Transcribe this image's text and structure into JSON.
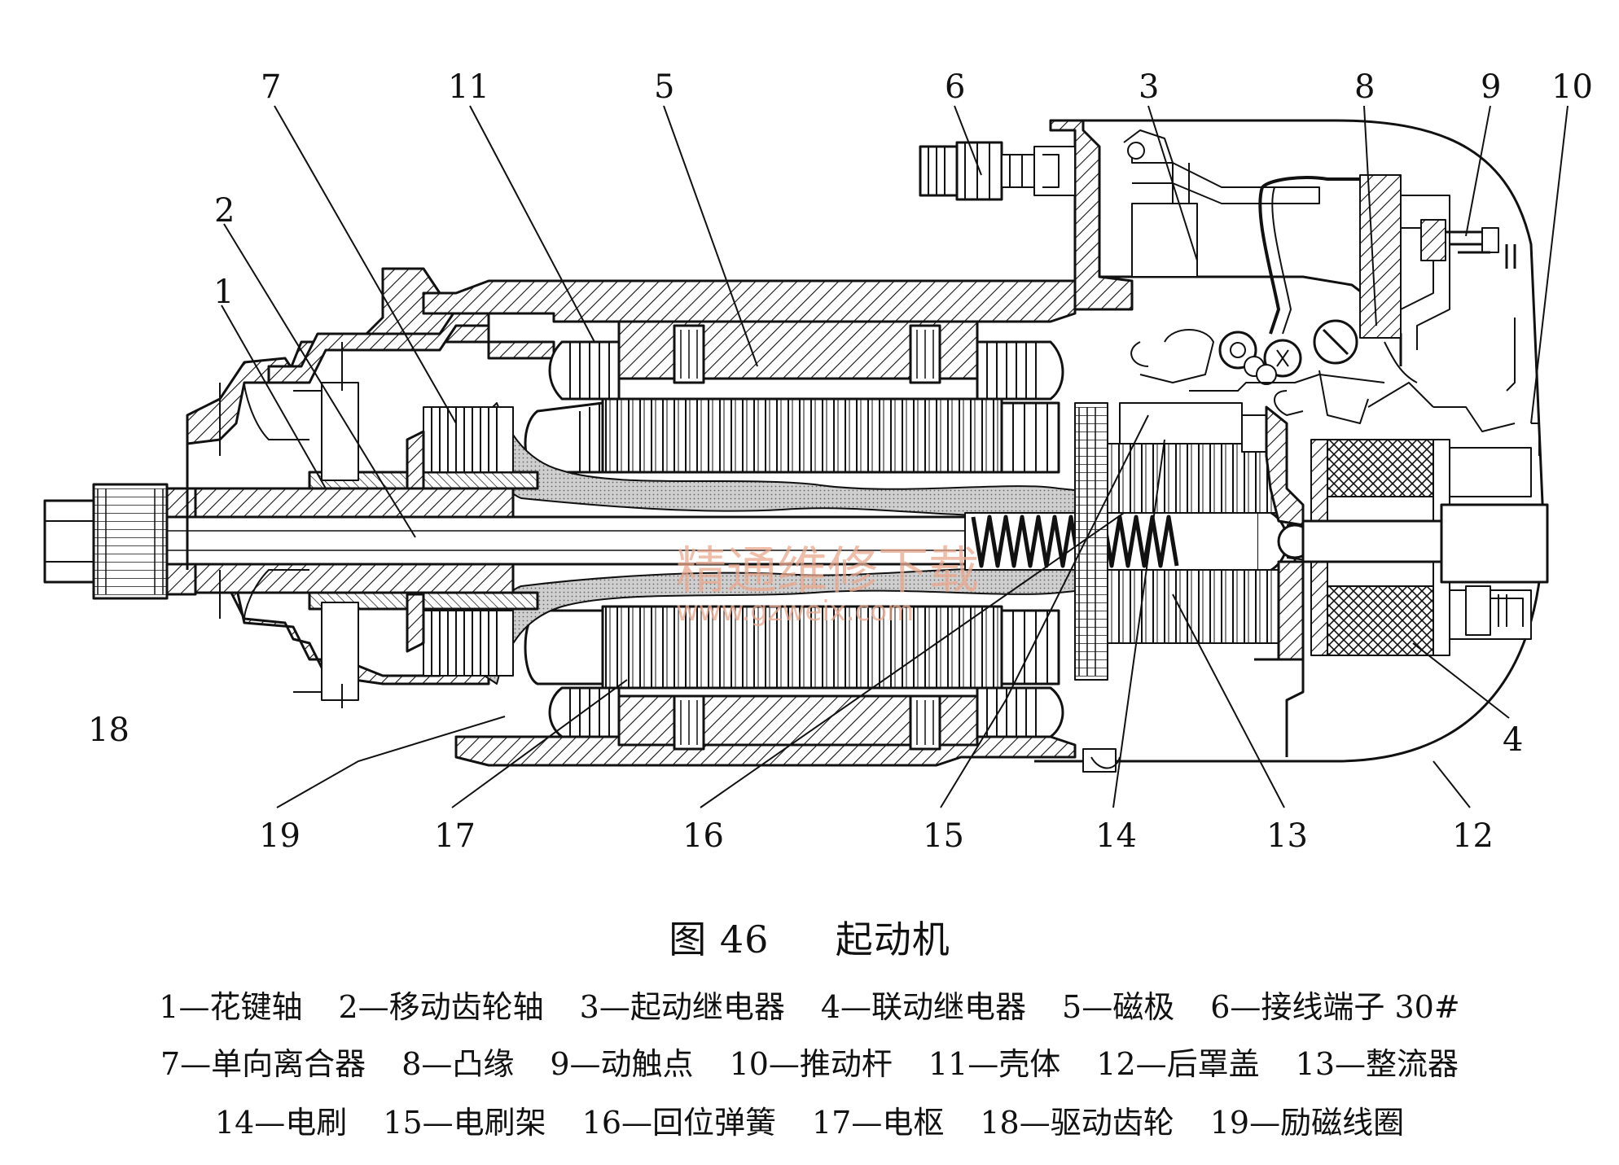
{
  "callouts": [
    "7",
    "11",
    "5",
    "6",
    "3",
    "8",
    "9",
    "10",
    "2",
    "1",
    "18",
    "4",
    "19",
    "17",
    "16",
    "15",
    "14",
    "13",
    "12"
  ],
  "caption": {
    "figure": "图 46",
    "title": "起动机"
  },
  "legend_rows": [
    [
      "1—花键轴",
      "2—移动齿轮轴",
      "3—起动继电器",
      "4—联动继电器",
      "5—磁极",
      "6—接线端子 30#"
    ],
    [
      "7—单向离合器",
      "8—凸缘",
      "9—动触点",
      "10—推动杆",
      "11—壳体",
      "12—后罩盖",
      "13—整流器"
    ],
    [
      "14—电刷",
      "15—电刷架",
      "16—回位弹簧",
      "17—电枢",
      "18—驱动齿轮",
      "19—励磁线圈"
    ]
  ],
  "watermark": {
    "text": "精通维修下载",
    "url": "www.gzweix.com"
  },
  "colors": {
    "ink": "#111111",
    "watermark": "#e9a98f",
    "background": "#ffffff"
  }
}
